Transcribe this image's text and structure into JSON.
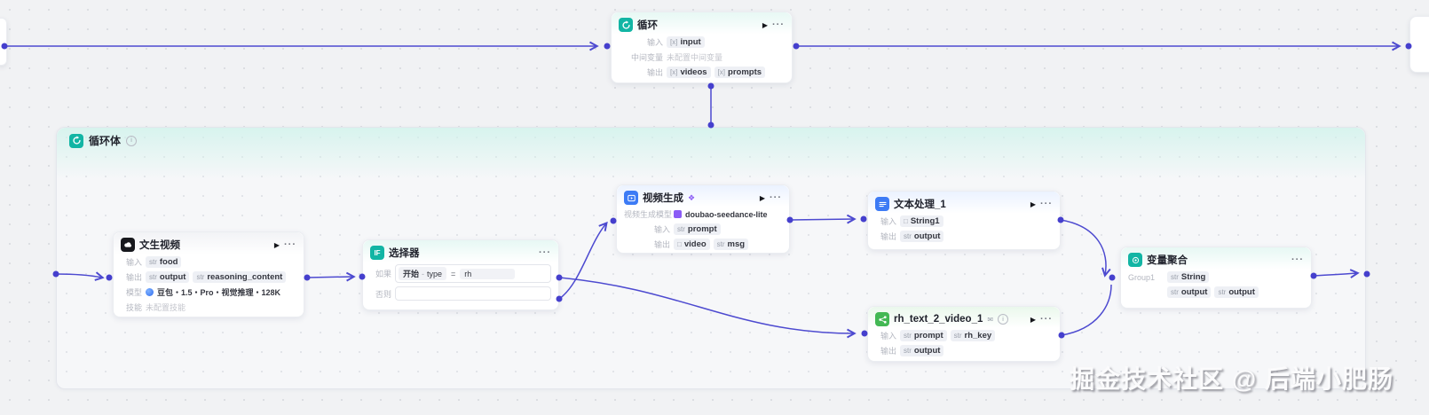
{
  "watermark": "掘金技术社区 @ 后端小肥肠",
  "icons": {
    "play": "▶",
    "more": "···",
    "info": "i",
    "badge": "❖",
    "mail": "✉",
    "if": "IF"
  },
  "loop_node": {
    "title": "循环",
    "in_label": "输入",
    "in_pill": {
      "t": "[x]",
      "n": "input"
    },
    "mid_label": "中间变量",
    "mid_value": "未配置中间变量",
    "out_label": "输出",
    "out_pill1": {
      "t": "[x]",
      "n": "videos"
    },
    "out_pill2": {
      "t": "[x]",
      "n": "prompts"
    }
  },
  "loop_body": {
    "title": "循环体"
  },
  "t2v_node": {
    "title": "文生视频",
    "in_label": "输入",
    "in_pill": {
      "t": "str",
      "n": "food"
    },
    "out_label": "输出",
    "out_pill1": {
      "t": "str",
      "n": "output"
    },
    "out_pill2": {
      "t": "str",
      "n": "reasoning_content"
    },
    "model_label": "模型",
    "model_value": "豆包・1.5・Pro・视觉推理・128K",
    "skill_label": "技能",
    "skill_value": "未配置技能"
  },
  "selector_node": {
    "title": "选择器",
    "if_label": "如果",
    "cond_start": "开始",
    "cond_dash": "-",
    "cond_field": "type",
    "cond_op": "=",
    "cond_value": "rh",
    "else_label": "否则"
  },
  "videogen_node": {
    "title": "视频生成",
    "model_label": "视频生成模型",
    "model_value": "doubao-seedance-lite",
    "in_label": "输入",
    "in_pill": {
      "t": "str",
      "n": "prompt"
    },
    "out_label": "输出",
    "out_pill1": {
      "t": "□",
      "n": "video"
    },
    "out_pill2": {
      "t": "str",
      "n": "msg"
    }
  },
  "textproc_node": {
    "title": "文本处理_1",
    "in_label": "输入",
    "in_pill": {
      "t": "□",
      "n": "String1"
    },
    "out_label": "输出",
    "out_pill": {
      "t": "str",
      "n": "output"
    }
  },
  "rh_node": {
    "title": "rh_text_2_video_1",
    "in_label": "输入",
    "in_pill1": {
      "t": "str",
      "n": "prompt"
    },
    "in_pill2": {
      "t": "str",
      "n": "rh_key"
    },
    "out_label": "输出",
    "out_pill": {
      "t": "str",
      "n": "output"
    }
  },
  "agg_node": {
    "title": "变量聚合",
    "group_label": "Group1",
    "row1_pill": {
      "t": "str",
      "n": "String"
    },
    "row2_pill1": {
      "t": "str",
      "n": "output"
    },
    "row2_pill2": {
      "t": "str",
      "n": "output"
    }
  }
}
